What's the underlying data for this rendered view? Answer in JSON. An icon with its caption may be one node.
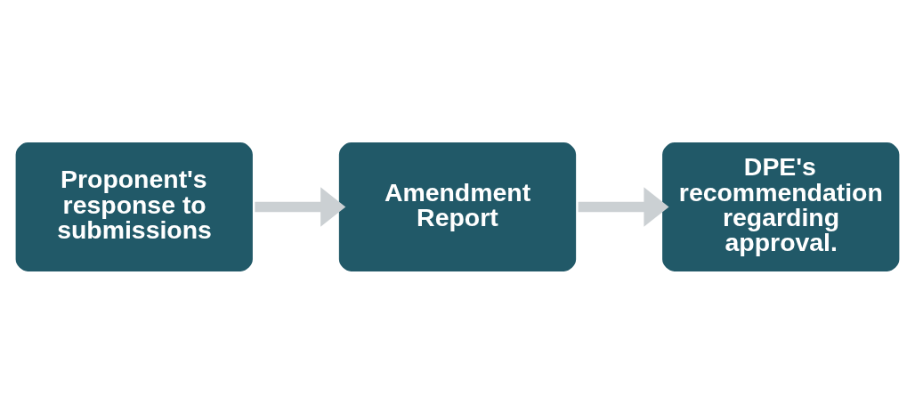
{
  "diagram": {
    "nodes": [
      {
        "text": [
          "Proponent's response to submissions"
        ]
      },
      {
        "text": [
          "Amendment Report"
        ]
      },
      {
        "text": [
          "DPE's recommendation regarding approval."
        ]
      }
    ],
    "edges": [
      {
        "from": 0,
        "to": 1,
        "arrow": "to"
      },
      {
        "from": 1,
        "to": 2,
        "arrow": "to"
      }
    ]
  }
}
